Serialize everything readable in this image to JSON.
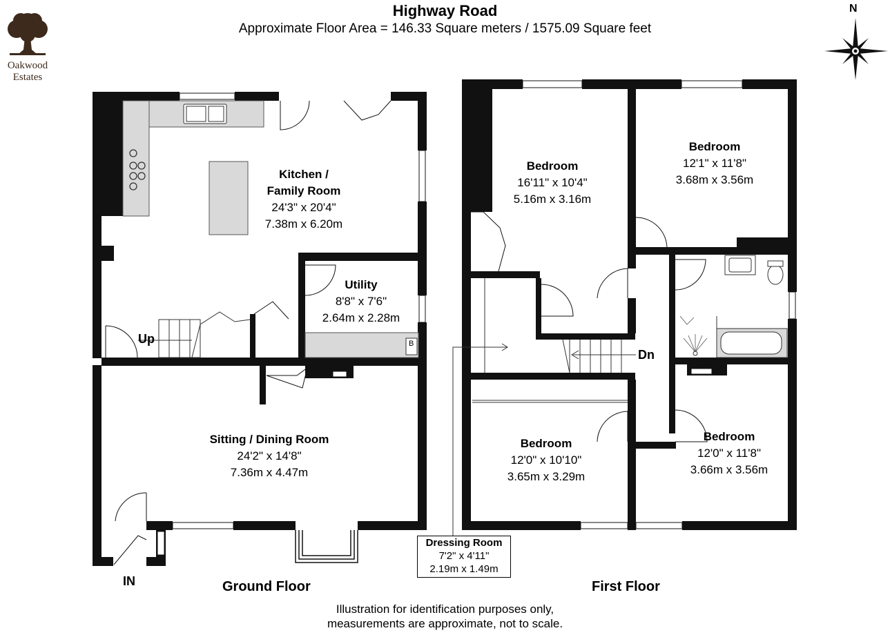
{
  "header": {
    "title": "Highway Road",
    "subtitle": "Approximate Floor Area = 146.33 Square meters / 1575.09 Square feet"
  },
  "logo": {
    "line1": "Oakwood",
    "line2": "Estates",
    "color": "#3d2a1c"
  },
  "compass": {
    "north_label": "N"
  },
  "ground_floor": {
    "label": "Ground Floor",
    "entrance_label": "IN",
    "stairs_label": "Up",
    "boiler_label": "B",
    "rooms": {
      "kitchen": {
        "name1": "Kitchen /",
        "name2": "Family Room",
        "imperial": "24'3\" x 20'4\"",
        "metric": "7.38m x 6.20m"
      },
      "utility": {
        "name": "Utility",
        "imperial": "8'8\" x 7'6\"",
        "metric": "2.64m x 2.28m"
      },
      "sitting": {
        "name": "Sitting / Dining Room",
        "imperial": "24'2\" x 14'8\"",
        "metric": "7.36m x 4.47m"
      }
    }
  },
  "first_floor": {
    "label": "First Floor",
    "stairs_label": "Dn",
    "rooms": {
      "bed1": {
        "name": "Bedroom",
        "imperial": "16'11\" x 10'4\"",
        "metric": "5.16m x 3.16m"
      },
      "bed2": {
        "name": "Bedroom",
        "imperial": "12'1\" x 11'8\"",
        "metric": "3.68m x 3.56m"
      },
      "bed3": {
        "name": "Bedroom",
        "imperial": "12'0\" x 10'10\"",
        "metric": "3.65m x 3.29m"
      },
      "bed4": {
        "name": "Bedroom",
        "imperial": "12'0\" x 11'8\"",
        "metric": "3.66m x 3.56m"
      },
      "dressing": {
        "name": "Dressing Room",
        "imperial": "7'2\" x 4'11\"",
        "metric": "2.19m x 1.49m"
      }
    }
  },
  "disclaimer": {
    "line1": "Illustration for identification purposes only,",
    "line2": "measurements are approximate, not to scale."
  },
  "colors": {
    "wall": "#111111",
    "fitting": "#d9d9d9",
    "logo": "#3d2a1c"
  }
}
